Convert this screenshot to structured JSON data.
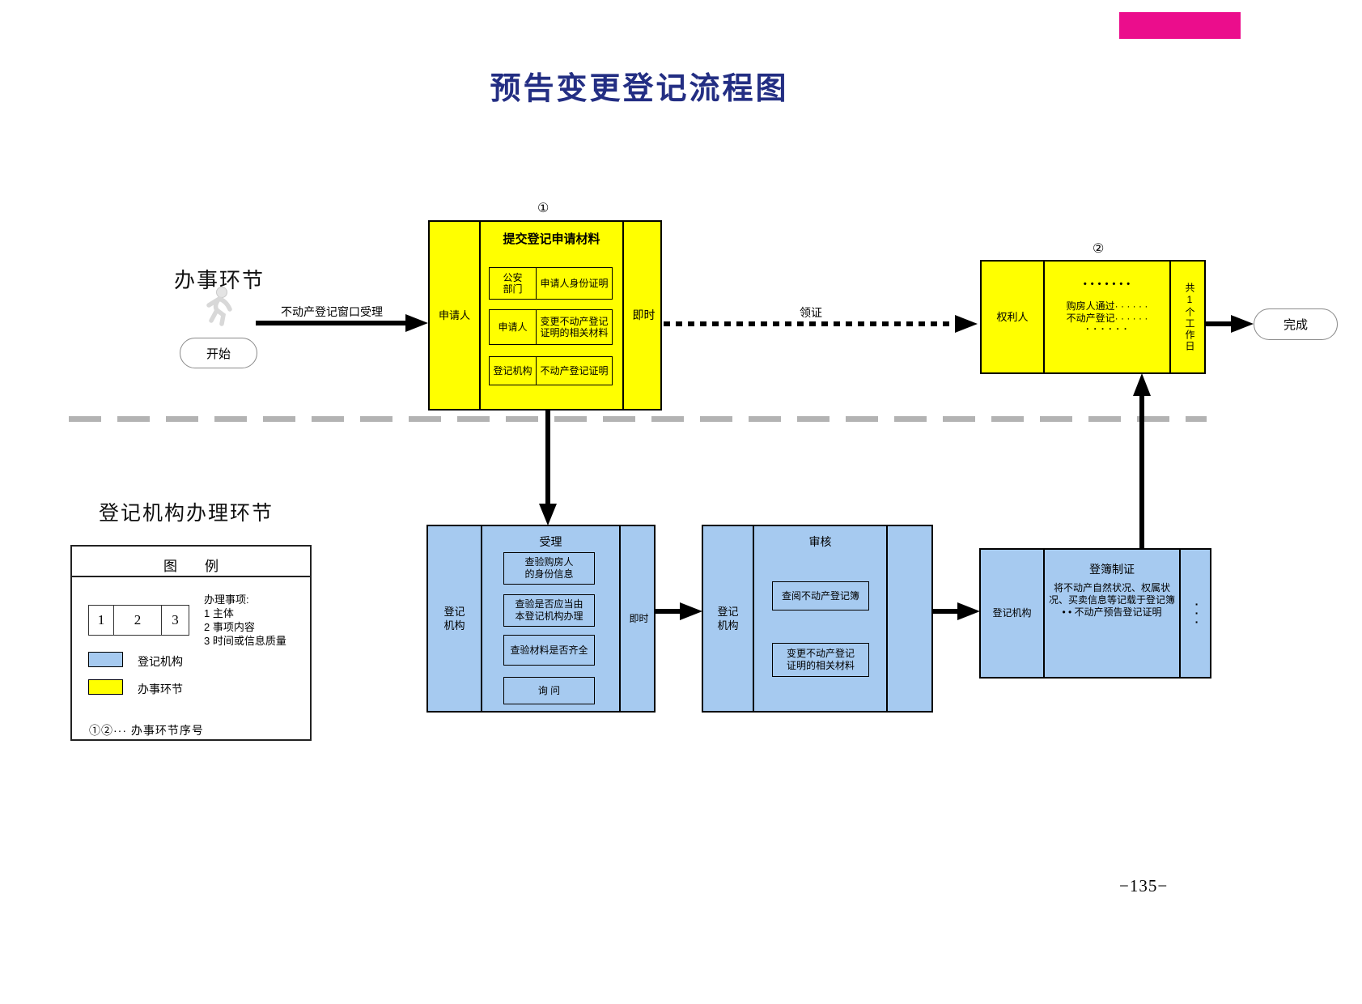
{
  "page": {
    "title": "预告变更登记流程图",
    "page_number": "−135−"
  },
  "colors": {
    "yellow": "#FFFF00",
    "blue": "#A6CAF0",
    "title_navy": "#232E83",
    "pink": "#EB0D8C",
    "dash_gray": "#B3B3B3"
  },
  "sections": {
    "top_label": "办事环节",
    "bottom_label": "登记机构办理环节"
  },
  "nodes": {
    "start": "开始",
    "finish": "完成"
  },
  "edges": {
    "window_accept": "不动产登记窗口受理",
    "get_cert": "领证"
  },
  "submit_box": {
    "seq": "①",
    "actor": "申请人",
    "title": "提交登记申请材料",
    "items": [
      {
        "who": "公安\n部门",
        "what": "申请人身份证明"
      },
      {
        "who": "申请人",
        "what": "变更不动产登记\n证明的相关材料"
      },
      {
        "who": "登记机构",
        "what": "不动产登记证明"
      }
    ],
    "time": "即时"
  },
  "receive_box": {
    "seq": "②",
    "actor": "权利人",
    "dots_top": "•  •  •  •  •  •  •",
    "line1": "购房人通过· · · · · ·",
    "line2": "不动产登记· · · · · ·",
    "dots_bottom": "· · · · · ·",
    "time": "共1个工作日"
  },
  "accept_box": {
    "actor": "登记\n机构",
    "title": "受理",
    "items": [
      "查验购房人\n的身份信息",
      "查验是否应当由\n本登记机构办理",
      "查验材料是否齐全",
      "询 问"
    ],
    "time": "即时"
  },
  "review_box": {
    "actor": "登记\n机构",
    "title": "审核",
    "items": [
      "查阅不动产登记簿",
      "变更不动产登记\n证明的相关材料"
    ]
  },
  "record_box": {
    "actor": "登记机构",
    "title": "登簿制证",
    "body": "将不动产自然状况、权属状\n况、买卖信息等记载于登记簿\n• • 不动产预告登记证明",
    "side_dots": "·\n·\n·"
  },
  "legend": {
    "title": "图　　例",
    "cells": [
      "1",
      "2",
      "3"
    ],
    "note_title": "办理事项:",
    "notes": [
      "1  主体",
      "2  事项内容",
      "3  时间或信息质量"
    ],
    "swatches": [
      {
        "label": "登记机构"
      },
      {
        "label": "办事环节"
      }
    ],
    "seq_note": "①②···  办事环节序号"
  }
}
